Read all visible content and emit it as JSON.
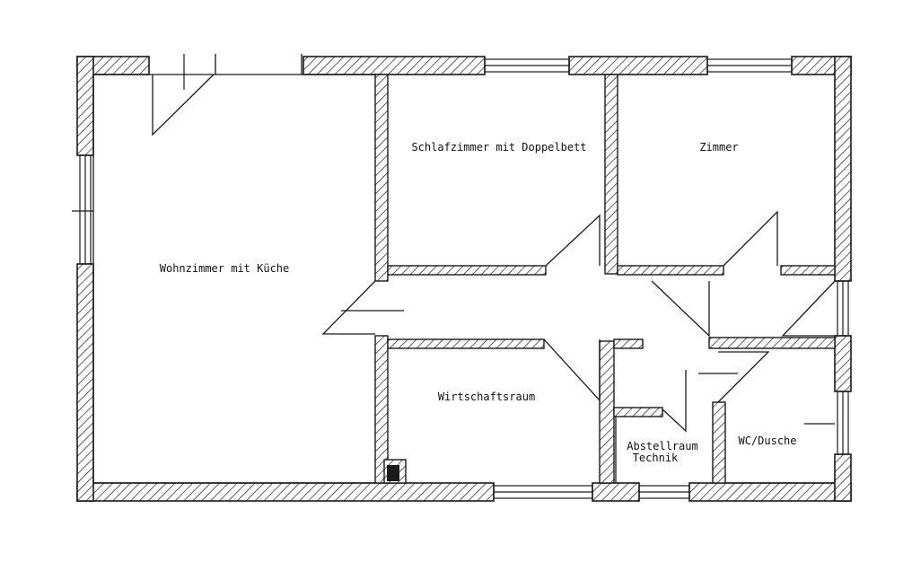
{
  "rooms": {
    "wohnzimmer": "Wohnzimmer mit Küche",
    "schlafzimmer": "Schlafzimmer mit Doppelbett",
    "zimmer": "Zimmer",
    "wirtschaftsraum": "Wirtschaftsraum",
    "abstellraum_line1": "Abstellraum",
    "abstellraum_line2": "Technik",
    "wc": "WC/Dusche"
  },
  "colors": {
    "line": "#1a1a1a",
    "paper": "#ffffff"
  }
}
